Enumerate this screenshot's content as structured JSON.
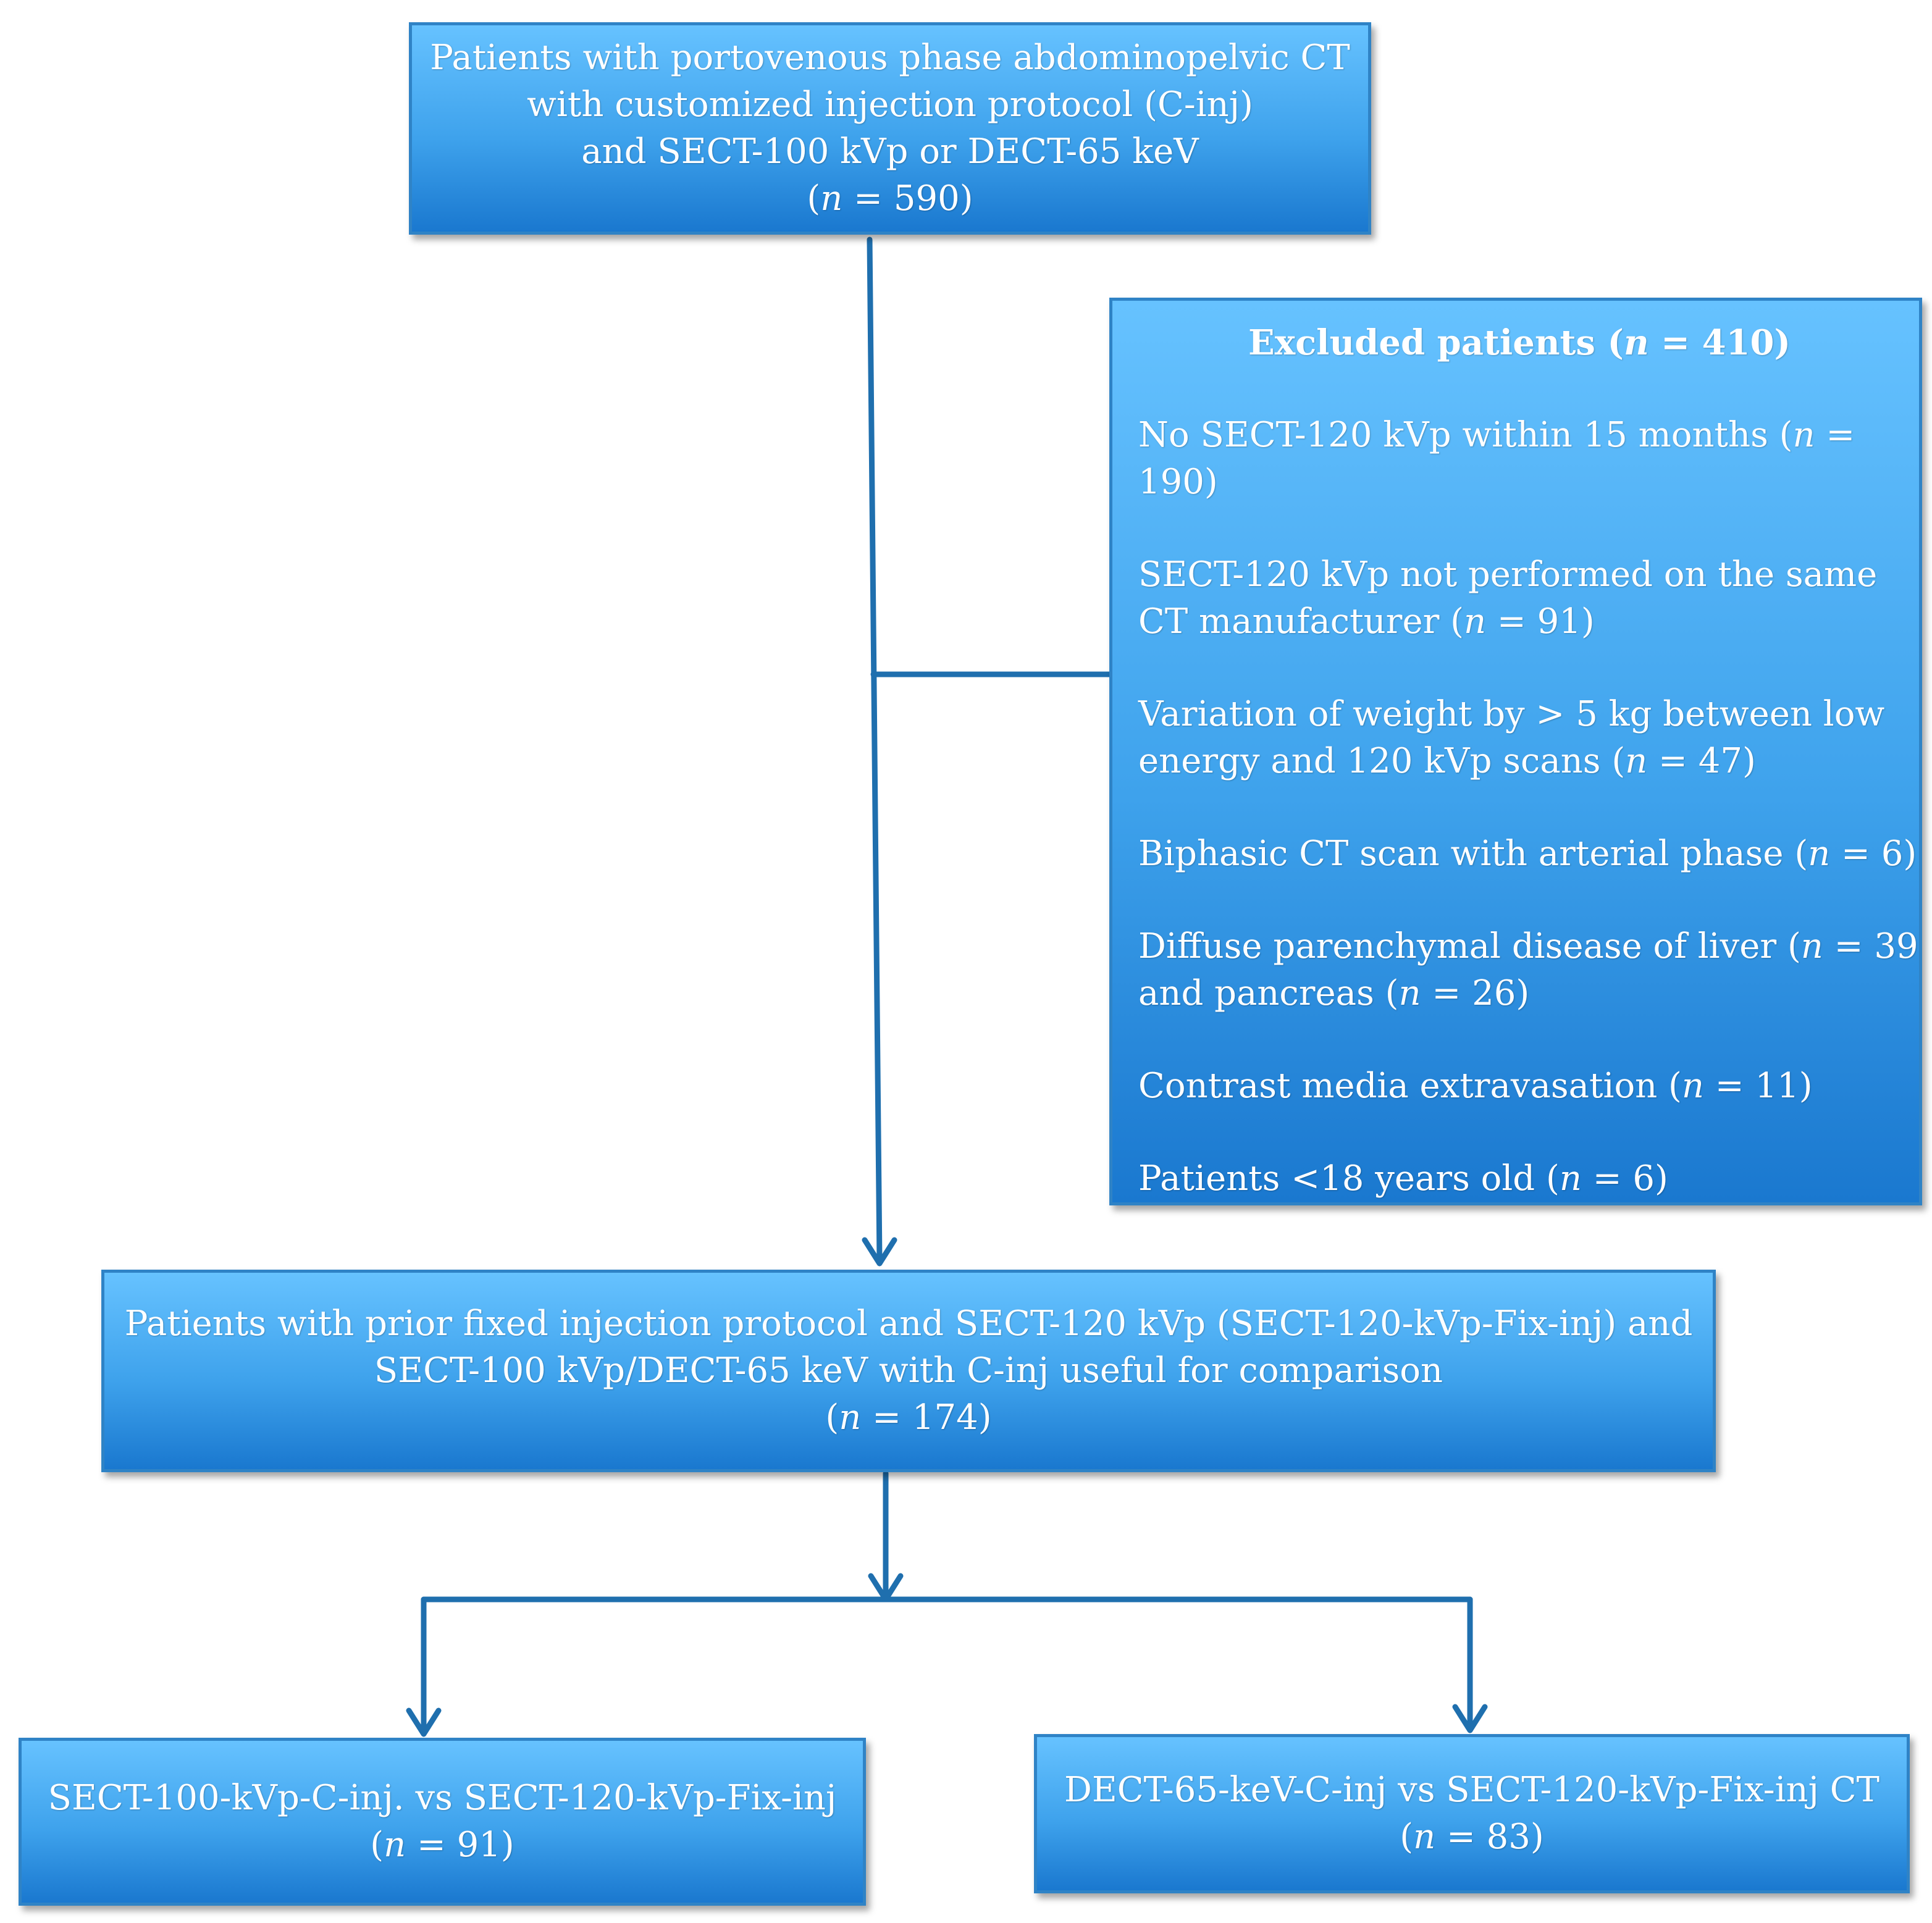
{
  "colors": {
    "box_top": "#66c2ff",
    "box_bottom": "#1a78cf",
    "border": "#2f83c6",
    "connector": "#1f6fae",
    "text": "#ffffff"
  },
  "start_box": {
    "lines": [
      "Patients with portovenous phase abdominopelvic CT",
      "with customized injection protocol (C-inj)",
      "and SECT-100 kVp or DECT-65 keV",
      "(n = 590)"
    ]
  },
  "excluded_box": {
    "title": "Excluded patients (n = 410)",
    "items": [
      [
        "No SECT-120 kVp within 15 months (n =",
        "190)"
      ],
      [
        "SECT-120 kVp not performed on the same",
        "CT manufacturer (n = 91)"
      ],
      [
        "Variation of weight by > 5 kg between low",
        "energy and 120 kVp scans (n = 47)"
      ],
      [
        "Biphasic CT scan with arterial phase (n = 6)"
      ],
      [
        "Diffuse parenchymal disease of liver (n = 39)",
        "and pancreas (n = 26)"
      ],
      [
        "Contrast media extravasation (n = 11)"
      ],
      [
        "Patients <18 years old (n = 6)"
      ]
    ]
  },
  "comparison_box": {
    "lines": [
      "Patients with prior fixed injection protocol and SECT-120 kVp (SECT-120-kVp-Fix-inj) and",
      "SECT-100 kVp/DECT-65 keV with C-inj useful for comparison",
      "(n = 174)"
    ]
  },
  "sect100_box": {
    "lines": [
      "SECT-100-kVp-C-inj. vs SECT-120-kVp-Fix-inj",
      "(n = 91)"
    ]
  },
  "dect65_box": {
    "lines": [
      "DECT-65-keV-C-inj vs SECT-120-kVp-Fix-inj CT",
      "(n = 83)"
    ]
  }
}
